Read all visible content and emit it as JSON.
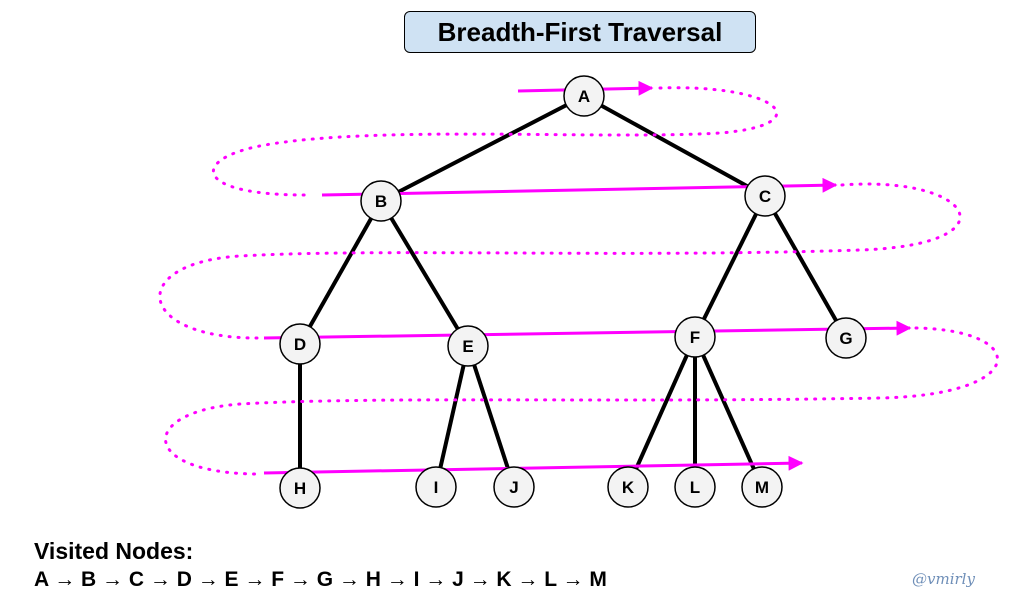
{
  "title": "Breadth-First Traversal",
  "nodes": [
    {
      "id": "A",
      "label": "A"
    },
    {
      "id": "B",
      "label": "B"
    },
    {
      "id": "C",
      "label": "C"
    },
    {
      "id": "D",
      "label": "D"
    },
    {
      "id": "E",
      "label": "E"
    },
    {
      "id": "F",
      "label": "F"
    },
    {
      "id": "G",
      "label": "G"
    },
    {
      "id": "H",
      "label": "H"
    },
    {
      "id": "I",
      "label": "I"
    },
    {
      "id": "J",
      "label": "J"
    },
    {
      "id": "K",
      "label": "K"
    },
    {
      "id": "L",
      "label": "L"
    },
    {
      "id": "M",
      "label": "M"
    }
  ],
  "edges": [
    [
      "A",
      "B"
    ],
    [
      "A",
      "C"
    ],
    [
      "B",
      "D"
    ],
    [
      "B",
      "E"
    ],
    [
      "C",
      "F"
    ],
    [
      "C",
      "G"
    ],
    [
      "D",
      "H"
    ],
    [
      "E",
      "I"
    ],
    [
      "E",
      "J"
    ],
    [
      "F",
      "K"
    ],
    [
      "F",
      "L"
    ],
    [
      "F",
      "M"
    ]
  ],
  "levels": [
    [
      "A"
    ],
    [
      "B",
      "C"
    ],
    [
      "D",
      "E",
      "F",
      "G"
    ],
    [
      "H",
      "I",
      "J",
      "K",
      "L",
      "M"
    ]
  ],
  "visited_title": "Visited Nodes:",
  "visited_sequence": "A → B → C → D → E → F → G → H → I → J → K → L → M",
  "credit": "@vmirly",
  "colors": {
    "traversal_path": "#ff00ff",
    "node_fill": "#f3f3f3",
    "title_fill": "#cfe2f3",
    "edge": "#000000",
    "credit": "#6f8fb8"
  }
}
